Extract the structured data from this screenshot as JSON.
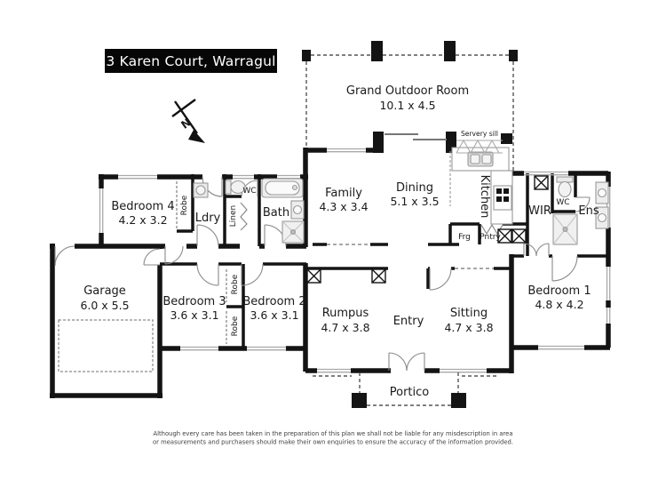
{
  "title": "3 Karen Court, Warragul",
  "compass": {
    "north": "N"
  },
  "rooms": {
    "grand_outdoor_room": {
      "name": "Grand Outdoor Room",
      "dims": "10.1 x 4.5"
    },
    "bedroom4": {
      "name": "Bedroom 4",
      "dims": "4.2 x 3.2"
    },
    "ldry": {
      "name": "Ldry"
    },
    "wc_main": {
      "name": "WC"
    },
    "bath": {
      "name": "Bath"
    },
    "family": {
      "name": "Family",
      "dims": "4.3 x 3.4"
    },
    "dining": {
      "name": "Dining",
      "dims": "5.1 x 3.5"
    },
    "kitchen": {
      "name": "Kitchen"
    },
    "wir": {
      "name": "WIR"
    },
    "wc_ens": {
      "name": "WC"
    },
    "ens": {
      "name": "Ens"
    },
    "garage": {
      "name": "Garage",
      "dims": "6.0 x 5.5"
    },
    "bedroom3": {
      "name": "Bedroom 3",
      "dims": "3.6 x 3.1"
    },
    "bedroom2": {
      "name": "Bedroom 2",
      "dims": "3.6 x 3.1"
    },
    "rumpus": {
      "name": "Rumpus",
      "dims": "4.7 x 3.8"
    },
    "entry": {
      "name": "Entry"
    },
    "sitting": {
      "name": "Sitting",
      "dims": "4.7 x 3.8"
    },
    "bedroom1": {
      "name": "Bedroom 1",
      "dims": "4.8 x 4.2"
    },
    "portico": {
      "name": "Portico"
    }
  },
  "closets": {
    "robe": "Robe",
    "linen": "Linen"
  },
  "kitchen_labels": {
    "frg": "Frg",
    "pntry": "Pntry",
    "servery": "Servery sill"
  },
  "disclaimer": {
    "line1": "Although every care has been taken in the preparation of this plan we shall not be liable for any misdescription in area",
    "line2": "or measurements and purchasers should make their own enquiries to ensure the accuracy of the information provided."
  },
  "colors": {
    "wall": "#141414",
    "window": "#a9a9a9",
    "fixture_fill": "#e2e2e2",
    "fixture_stroke": "#999999",
    "dash": "#555555",
    "title_bg": "#060606",
    "title_text": "#ffffff"
  }
}
